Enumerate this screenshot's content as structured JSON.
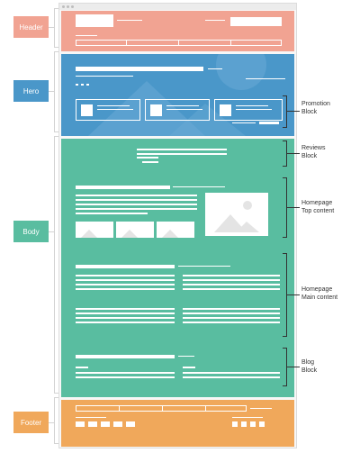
{
  "labels": {
    "header": "Header",
    "hero": "Hero",
    "body": "Body",
    "footer": "Footer"
  },
  "annotations": {
    "promotion": [
      "Promotion",
      "Block"
    ],
    "reviews": [
      "Reviews",
      "Block"
    ],
    "homepage_top": [
      "Homepage",
      "Top content"
    ],
    "homepage_main": [
      "Homepage",
      "Main content"
    ],
    "blog": [
      "Blog",
      "Block"
    ]
  },
  "colors": {
    "header": "#f1a392",
    "hero": "#4a97c9",
    "body": "#59bda0",
    "footer": "#f0a85b"
  }
}
